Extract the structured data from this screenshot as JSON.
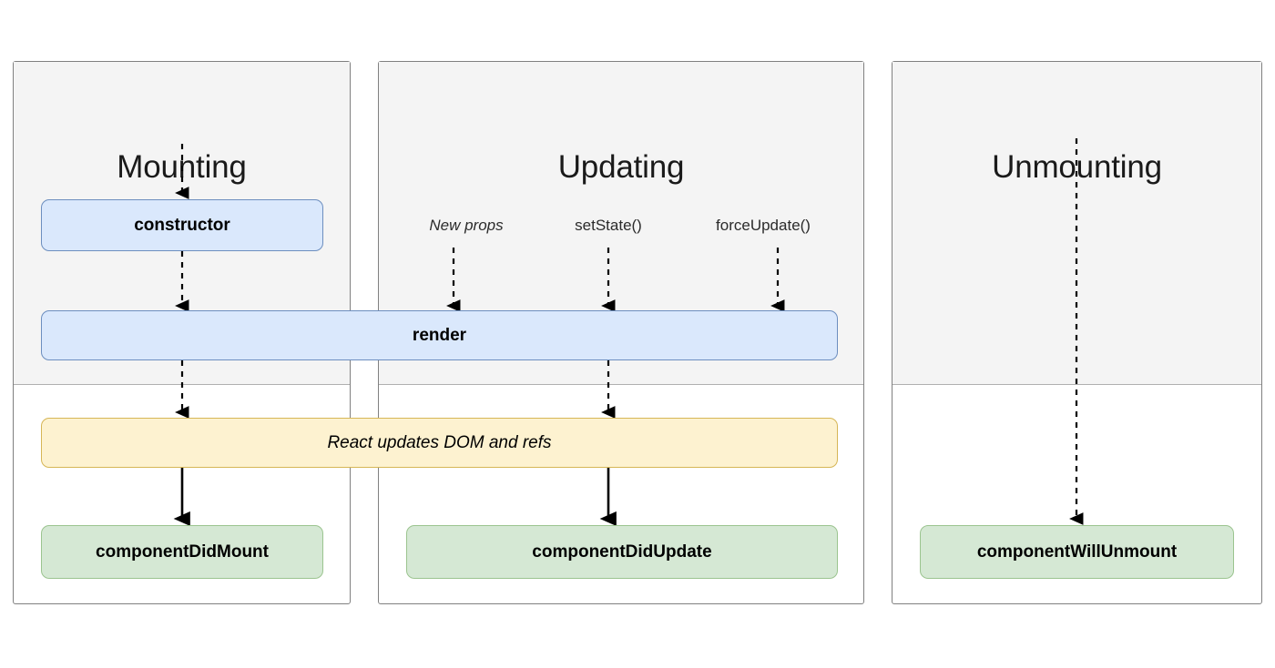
{
  "diagram": {
    "title": "React component lifecycle",
    "background_color": "#ffffff",
    "panel_band_color": "#f4f4f4",
    "panel_border_color": "#808080",
    "colors": {
      "blue_fill": "#dae8fc",
      "blue_border": "#6c8ebf",
      "green_fill": "#d5e8d4",
      "green_border": "#9bc48f",
      "yellow_fill": "#fdf2d0",
      "yellow_border": "#d6b656",
      "arrow_color": "#000000"
    },
    "phases": [
      {
        "id": "mounting",
        "title": "Mounting"
      },
      {
        "id": "updating",
        "title": "Updating"
      },
      {
        "id": "unmounting",
        "title": "Unmounting"
      }
    ],
    "triggers": [
      {
        "id": "new-props",
        "label": "New props",
        "style": "italic"
      },
      {
        "id": "set-state",
        "label": "setState()",
        "style": "normal"
      },
      {
        "id": "force-update",
        "label": "forceUpdate()",
        "style": "normal"
      }
    ],
    "boxes": {
      "constructor": {
        "label": "constructor",
        "color": "blue"
      },
      "render": {
        "label": "render",
        "color": "blue"
      },
      "react_updates": {
        "label": "React updates DOM and refs",
        "color": "yellow"
      },
      "component_did_mount": {
        "label": "componentDidMount",
        "color": "green"
      },
      "component_did_update": {
        "label": "componentDidUpdate",
        "color": "green"
      },
      "component_will_unmount": {
        "label": "componentWillUnmount",
        "color": "green"
      }
    }
  }
}
